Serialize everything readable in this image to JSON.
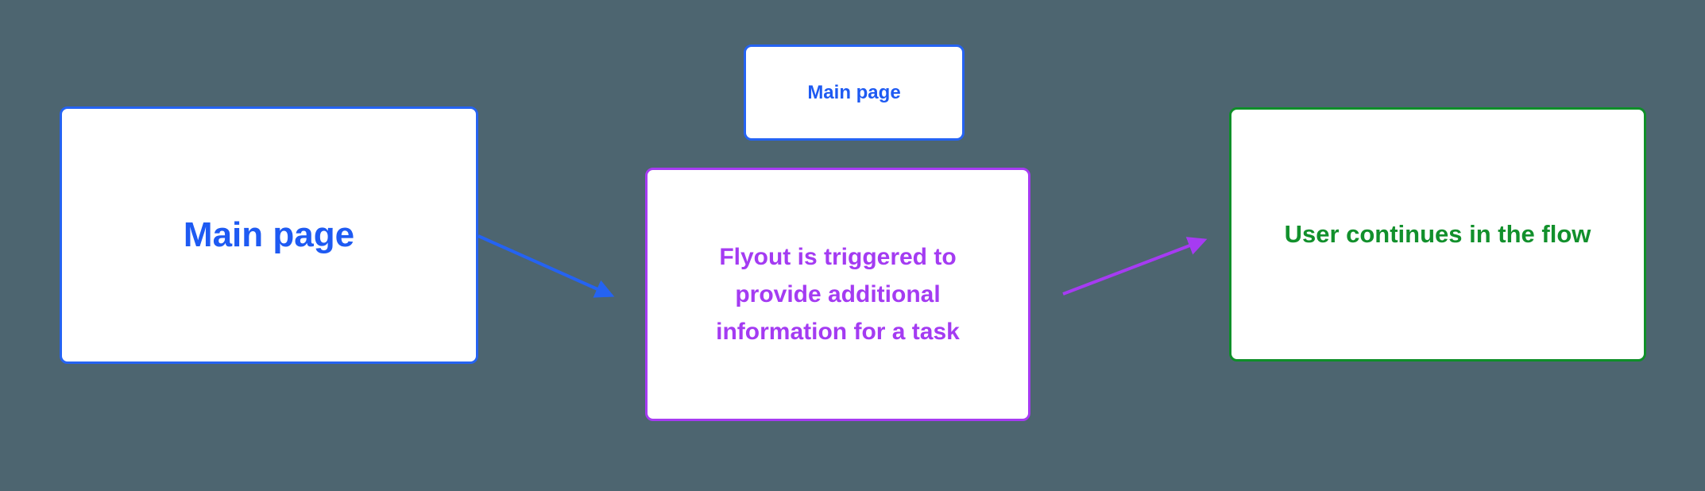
{
  "canvas": {
    "background_color": "#4d6570"
  },
  "colors": {
    "blue": "#2563f2",
    "purple": "#a63bf2",
    "green": "#0f8f29",
    "blue_text": "#1e5af2",
    "purple_text": "#a43bf2",
    "green_text": "#12902c",
    "node_background": "#ffffff"
  },
  "nodes": {
    "main_page_left": {
      "label": "Main page"
    },
    "main_page_top": {
      "label": "Main page"
    },
    "flyout": {
      "label": "Flyout is triggered to provide additional information for a task",
      "lines": {
        "0": "Flyout is triggered to",
        "1": "provide additional",
        "2": "information for a task"
      }
    },
    "user_flow": {
      "label": "User continues in the flow"
    }
  },
  "connectors": {
    "main_to_flyout": {
      "color": "#2563f2"
    },
    "flyout_to_user": {
      "color": "#a63bf2"
    }
  }
}
